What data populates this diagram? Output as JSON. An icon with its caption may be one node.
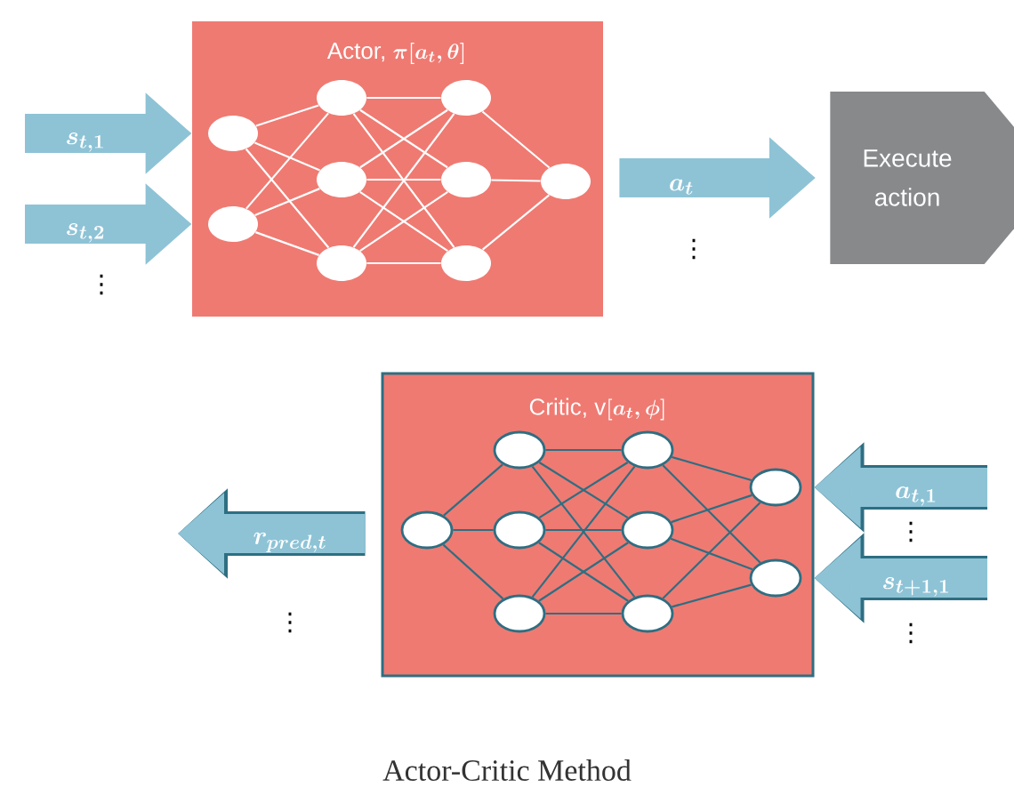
{
  "diagram": {
    "caption": "Actor-Critic Method",
    "nodes": [
      {
        "text": [
          "\\textrm{Actor, }\\pi[a_t, \\theta]"
        ]
      },
      {
        "text": [],
        "shape": "circle",
        "in": 0
      },
      {
        "text": [],
        "shape": "circle",
        "in": 0
      },
      {
        "text": [],
        "shape": "circle",
        "in": 0
      },
      {
        "text": [],
        "shape": "circle",
        "in": 0
      },
      {
        "text": [],
        "shape": "circle",
        "in": 0
      },
      {
        "text": [],
        "shape": "circle",
        "in": 0
      },
      {
        "text": [],
        "shape": "circle",
        "in": 0
      },
      {
        "text": [],
        "shape": "circle",
        "in": 0
      },
      {
        "text": [],
        "shape": "circle",
        "in": 0
      },
      {
        "text": [
          "Execute action"
        ]
      },
      {
        "text": [
          "\\textrm{Critic, v}[a_t, \\phi]"
        ]
      },
      {
        "text": [],
        "shape": "circle",
        "in": 11
      },
      {
        "text": [],
        "shape": "circle",
        "in": 11
      },
      {
        "text": [],
        "shape": "circle",
        "in": 11
      },
      {
        "text": [],
        "shape": "circle",
        "in": 11
      },
      {
        "text": [],
        "shape": "circle",
        "in": 11
      },
      {
        "text": [],
        "shape": "circle",
        "in": 11
      },
      {
        "text": [],
        "shape": "circle",
        "in": 11
      },
      {
        "text": [],
        "shape": "circle",
        "in": 11
      },
      {
        "text": [],
        "shape": "circle",
        "in": 11
      }
    ],
    "edges": [
      {
        "from": null,
        "to": 0,
        "arrow": "to",
        "label": "s_{t,1}",
        "style": "thick",
        "color": "#8ec3d6"
      },
      {
        "from": null,
        "to": 0,
        "arrow": "to",
        "label": "s_{t,2}",
        "style": "thick",
        "color": "#8ec3d6"
      },
      {
        "from": 0,
        "to": 10,
        "arrow": "to",
        "label": "a_t",
        "style": "thick",
        "color": "#8ec3d6"
      },
      {
        "from": null,
        "to": 11,
        "arrow": "to",
        "label": "a_{t,1}",
        "style": "thick",
        "color": "#8ec3d6"
      },
      {
        "from": null,
        "to": 11,
        "arrow": "to",
        "label": "s_{t+1,1}",
        "style": "thick",
        "color": "#8ec3d6"
      },
      {
        "from": 11,
        "to": null,
        "arrow": "to",
        "label": "r_{pred,t}",
        "style": "thick",
        "color": "#8ec3d6"
      },
      {
        "from": 1,
        "to": 3,
        "arrow": "none",
        "color": "#ffffff"
      },
      {
        "from": 1,
        "to": 4,
        "arrow": "none",
        "color": "#ffffff"
      },
      {
        "from": 1,
        "to": 5,
        "arrow": "none",
        "color": "#ffffff"
      },
      {
        "from": 2,
        "to": 3,
        "arrow": "none",
        "color": "#ffffff"
      },
      {
        "from": 2,
        "to": 4,
        "arrow": "none",
        "color": "#ffffff"
      },
      {
        "from": 2,
        "to": 5,
        "arrow": "none",
        "color": "#ffffff"
      },
      {
        "from": 3,
        "to": 6,
        "arrow": "none",
        "color": "#ffffff"
      },
      {
        "from": 3,
        "to": 7,
        "arrow": "none",
        "color": "#ffffff"
      },
      {
        "from": 3,
        "to": 8,
        "arrow": "none",
        "color": "#ffffff"
      },
      {
        "from": 4,
        "to": 6,
        "arrow": "none",
        "color": "#ffffff"
      },
      {
        "from": 4,
        "to": 7,
        "arrow": "none",
        "color": "#ffffff"
      },
      {
        "from": 4,
        "to": 8,
        "arrow": "none",
        "color": "#ffffff"
      },
      {
        "from": 5,
        "to": 6,
        "arrow": "none",
        "color": "#ffffff"
      },
      {
        "from": 5,
        "to": 7,
        "arrow": "none",
        "color": "#ffffff"
      },
      {
        "from": 5,
        "to": 8,
        "arrow": "none",
        "color": "#ffffff"
      },
      {
        "from": 6,
        "to": 9,
        "arrow": "none",
        "color": "#ffffff"
      },
      {
        "from": 7,
        "to": 9,
        "arrow": "none",
        "color": "#ffffff"
      },
      {
        "from": 8,
        "to": 9,
        "arrow": "none",
        "color": "#ffffff"
      },
      {
        "from": 12,
        "to": 13,
        "arrow": "none",
        "color": "#2e6e82"
      },
      {
        "from": 12,
        "to": 14,
        "arrow": "none",
        "color": "#2e6e82"
      },
      {
        "from": 12,
        "to": 15,
        "arrow": "none",
        "color": "#2e6e82"
      },
      {
        "from": 13,
        "to": 16,
        "arrow": "none",
        "color": "#2e6e82"
      },
      {
        "from": 13,
        "to": 17,
        "arrow": "none",
        "color": "#2e6e82"
      },
      {
        "from": 13,
        "to": 18,
        "arrow": "none",
        "color": "#2e6e82"
      },
      {
        "from": 14,
        "to": 16,
        "arrow": "none",
        "color": "#2e6e82"
      },
      {
        "from": 14,
        "to": 17,
        "arrow": "none",
        "color": "#2e6e82"
      },
      {
        "from": 14,
        "to": 18,
        "arrow": "none",
        "color": "#2e6e82"
      },
      {
        "from": 15,
        "to": 16,
        "arrow": "none",
        "color": "#2e6e82"
      },
      {
        "from": 15,
        "to": 17,
        "arrow": "none",
        "color": "#2e6e82"
      },
      {
        "from": 15,
        "to": 18,
        "arrow": "none",
        "color": "#2e6e82"
      },
      {
        "from": 16,
        "to": 19,
        "arrow": "none",
        "color": "#2e6e82"
      },
      {
        "from": 16,
        "to": 20,
        "arrow": "none",
        "color": "#2e6e82"
      },
      {
        "from": 17,
        "to": 19,
        "arrow": "none",
        "color": "#2e6e82"
      },
      {
        "from": 17,
        "to": 20,
        "arrow": "none",
        "color": "#2e6e82"
      },
      {
        "from": 18,
        "to": 19,
        "arrow": "none",
        "color": "#2e6e82"
      },
      {
        "from": 18,
        "to": 20,
        "arrow": "none",
        "color": "#2e6e82"
      }
    ],
    "labels": [
      "⋮",
      "⋮",
      "⋮",
      "⋮",
      "⋮"
    ]
  }
}
